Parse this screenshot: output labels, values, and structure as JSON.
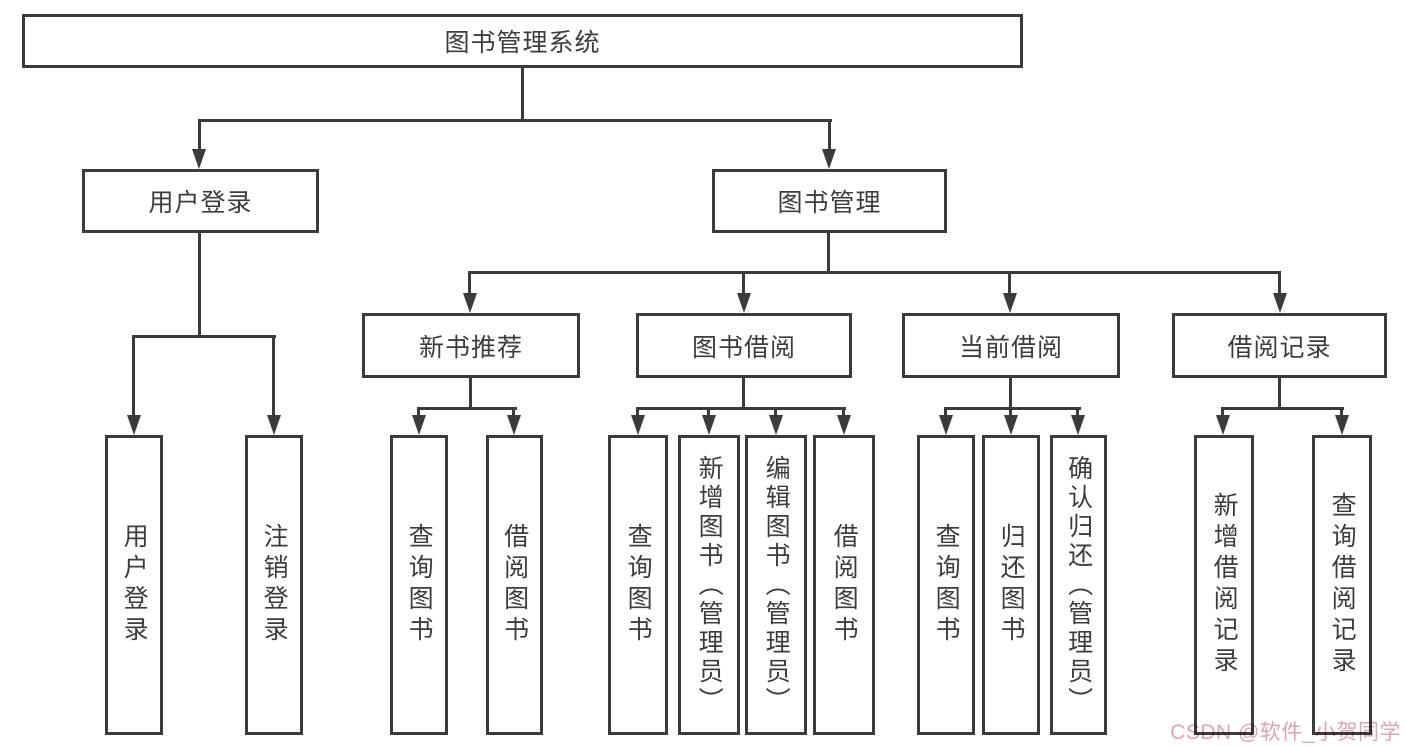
{
  "diagram": {
    "nodes": {
      "root": "图书管理系统",
      "user_login": "用户登录",
      "book_mgmt": "图书管理",
      "new_books": "新书推荐",
      "book_borrow": "图书借阅",
      "current_borrow": "当前借阅",
      "borrow_records": "借阅记录",
      "leaf_user_login": "用户登录",
      "leaf_logout": "注销登录",
      "leaf_nb_query": "查询图书",
      "leaf_nb_borrow": "借阅图书",
      "leaf_bb_query": "查询图书",
      "leaf_bb_add": "新增图书（管理员）",
      "leaf_bb_edit": "编辑图书（管理员）",
      "leaf_bb_borrow": "借阅图书",
      "leaf_cb_query": "查询图书",
      "leaf_cb_return": "归还图书",
      "leaf_cb_confirm": "确认归还（管理员）",
      "leaf_rec_add": "新增借阅记录",
      "leaf_rec_query": "查询借阅记录"
    },
    "watermark": "CSDN @软件_小贺同学",
    "colors": {
      "line": "#3b3b3b",
      "text": "#3d3d3d",
      "watermark_pink": "#e2a3ae",
      "background": "#ffffff"
    }
  }
}
